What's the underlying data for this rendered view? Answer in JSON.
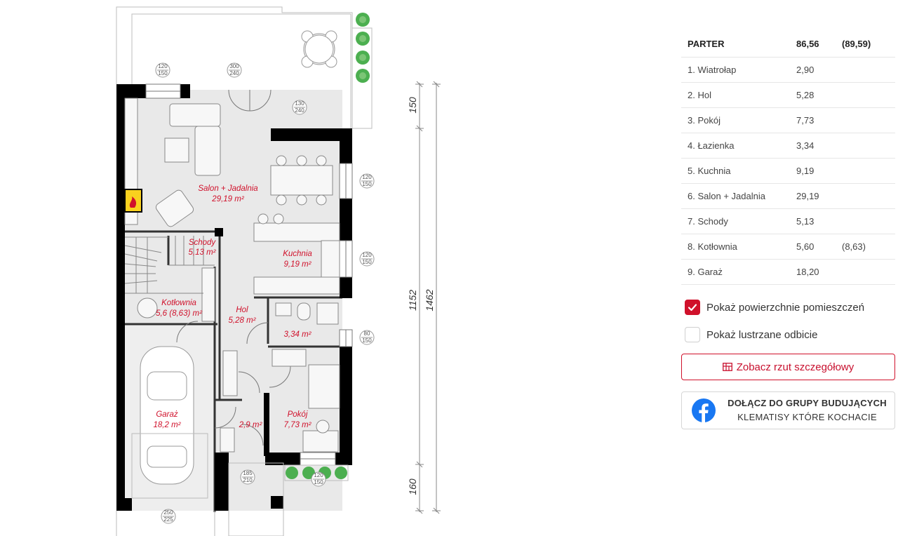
{
  "plan": {
    "labels": {
      "salon_name": "Salon + Jadalnia",
      "salon_area": "29,19 m²",
      "schody_name": "Schody",
      "schody_area": "5,13 m²",
      "kuchnia_name": "Kuchnia",
      "kuchnia_area": "9,19 m²",
      "kotlownia_name": "Kotłownia",
      "kotlownia_area": "5,6 (8,63) m²",
      "hol_name": "Hol",
      "hol_area": "5,28 m²",
      "lazienka_area": "3,34 m²",
      "garaz_name": "Garaż",
      "garaz_area": "18,2 m²",
      "wiatrolap_area": "2,9 m²",
      "pokoj_name": "Pokój",
      "pokoj_area": "7,73 m²"
    },
    "openings": [
      {
        "top": "120",
        "bottom": "150"
      },
      {
        "top": "300",
        "bottom": "240"
      },
      {
        "top": "130",
        "bottom": "240"
      },
      {
        "top": "120",
        "bottom": "150"
      },
      {
        "top": "120",
        "bottom": "150"
      },
      {
        "top": "80",
        "bottom": "150"
      },
      {
        "top": "120",
        "bottom": "150"
      },
      {
        "top": "185",
        "bottom": "210"
      },
      {
        "top": "250",
        "bottom": "225"
      }
    ],
    "dimensions": {
      "d150": "150",
      "d1152": "1152",
      "d1462": "1462",
      "d160": "160"
    }
  },
  "areas": {
    "header": {
      "name": "PARTER",
      "area": "86,56",
      "extra": "(89,59)"
    },
    "rows": [
      {
        "name": "1. Wiatrołap",
        "area": "2,90",
        "extra": ""
      },
      {
        "name": "2. Hol",
        "area": "5,28",
        "extra": ""
      },
      {
        "name": "3. Pokój",
        "area": "7,73",
        "extra": ""
      },
      {
        "name": "4. Łazienka",
        "area": "3,34",
        "extra": ""
      },
      {
        "name": "5. Kuchnia",
        "area": "9,19",
        "extra": ""
      },
      {
        "name": "6. Salon + Jadalnia",
        "area": "29,19",
        "extra": ""
      },
      {
        "name": "7. Schody",
        "area": "5,13",
        "extra": ""
      },
      {
        "name": "8. Kotłownia",
        "area": "5,60",
        "extra": "(8,63)"
      },
      {
        "name": "9. Garaż",
        "area": "18,20",
        "extra": ""
      }
    ]
  },
  "options": {
    "show_areas": {
      "label": "Pokaż powierzchnie pomieszczeń",
      "checked": true
    },
    "mirror": {
      "label": "Pokaż lustrzane odbicie",
      "checked": false
    }
  },
  "buttons": {
    "detail_label": "Zobacz rzut szczegółowy",
    "fb_line1": "DOŁĄCZ DO GRUPY BUDUJĄCYCH",
    "fb_line2": "KLEMATISY KTÓRE KOCHACIE"
  },
  "colors": {
    "accent": "#d0112b",
    "label_red": "#d0112b",
    "floor": "#e9e9e9",
    "wall": "#000000",
    "facebook": "#1877f2",
    "hedge": "#4caf50"
  }
}
